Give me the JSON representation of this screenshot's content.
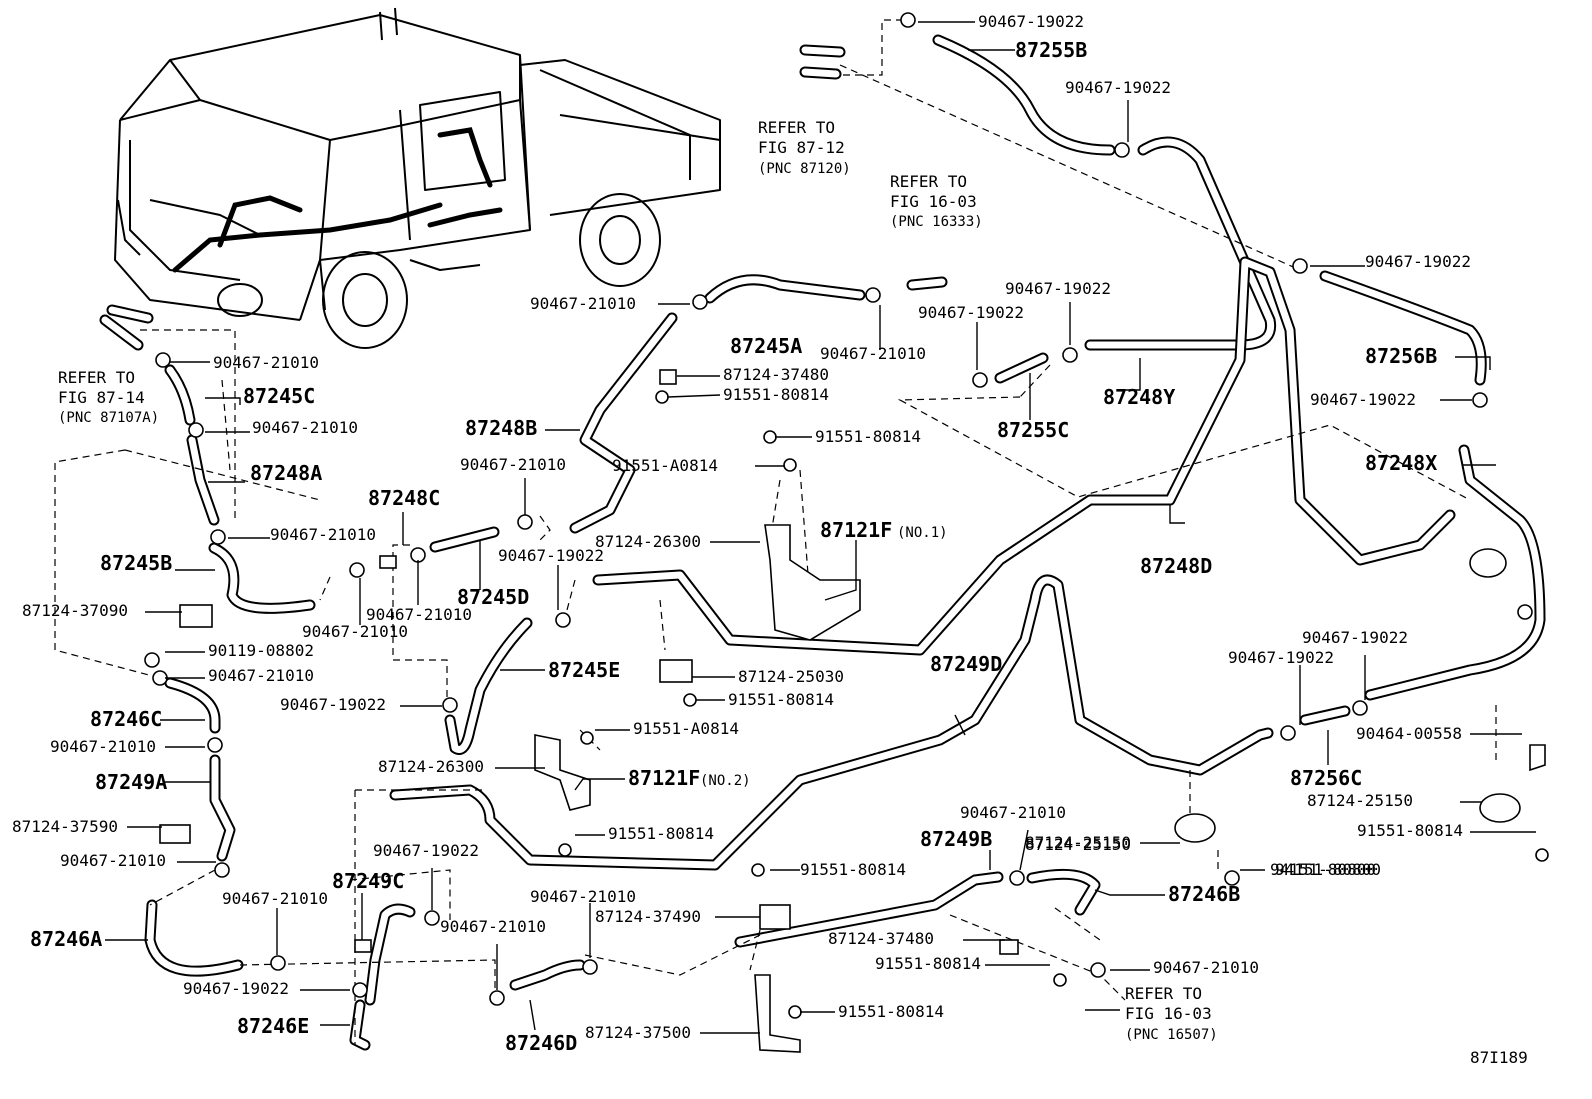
{
  "diagram_id": "87I189",
  "refs": {
    "fig_87_12_a": "REFER TO",
    "fig_87_12_b": "FIG 87-12",
    "fig_87_12_c": "(PNC 87120)",
    "fig_16_03_top_a": "REFER TO",
    "fig_16_03_top_b": "FIG 16-03",
    "fig_16_03_top_c": "(PNC 16333)",
    "fig_87_14_a": "REFER TO",
    "fig_87_14_b": "FIG 87-14",
    "fig_87_14_c": "(PNC 87107A)",
    "fig_16_03_bot_a": "REFER TO",
    "fig_16_03_bot_b": "FIG 16-03",
    "fig_16_03_bot_c": "(PNC 16507)"
  },
  "labels": {
    "l01": "90467-19022",
    "l02": "87255B",
    "l03": "90467-19022",
    "l04": "90467-19022",
    "l05": "87256B",
    "l06": "90467-19022",
    "l07": "87248X",
    "l08": "90467-21010",
    "l09": "87245A",
    "l10": "90467-21010",
    "l11": "90467-19022",
    "l12": "90467-19022",
    "l13": "87248Y",
    "l14": "87255C",
    "l15": "87124-37480",
    "l16": "91551-80814",
    "l17": "91551-80814",
    "l18": "87248B",
    "l19": "90467-21010",
    "l20": "91551-A0814",
    "l21": "87121F",
    "l21s": "(NO.1)",
    "l22": "87124-26300",
    "l23": "87248D",
    "l24": "90467-19022",
    "l25": "90467-21010",
    "l26": "87245C",
    "l27": "90467-21010",
    "l28": "87248A",
    "l29": "87248C",
    "l30": "90467-21010",
    "l31": "87245B",
    "l32": "87245D",
    "l33": "87124-37090",
    "l34": "90467-21010",
    "l35": "90467-21010",
    "l36": "90119-08802",
    "l37": "90467-21010",
    "l38": "87245E",
    "l39": "87124-25030",
    "l40": "91551-80814",
    "l41": "90467-19022",
    "l42": "87246C",
    "l43": "90467-21010",
    "l44": "87249A",
    "l45": "91551-A0814",
    "l46": "87124-26300",
    "l47": "87121F",
    "l47s": "(NO.2)",
    "l48": "87124-37590",
    "l49": "91551-80814",
    "l50": "90467-21010",
    "l51": "87249D",
    "l52": "87124-25150",
    "l53": "94151-80800",
    "l54": "90467-19022",
    "l55": "90467-19022",
    "l56": "90464-00558",
    "l57": "87256C",
    "l58": "87124-25150",
    "l59": "91551-80814",
    "l60": "90467-19022",
    "l61": "87249C",
    "l62": "90467-21010",
    "l63": "90467-21010",
    "l64": "87246A",
    "l65": "90467-19022",
    "l66": "87246E",
    "l67": "90467-21010",
    "l68": "87246D",
    "l69": "91551-80814",
    "l70": "87124-37490",
    "l71": "87249B",
    "l72": "90467-21010",
    "l73": "87124-25150",
    "l74": "94151-80800",
    "l75": "87246B",
    "l76": "87124-37480",
    "l77": "91551-80814",
    "l78": "90467-21010",
    "l79": "91551-80814",
    "l80": "87124-37500"
  }
}
